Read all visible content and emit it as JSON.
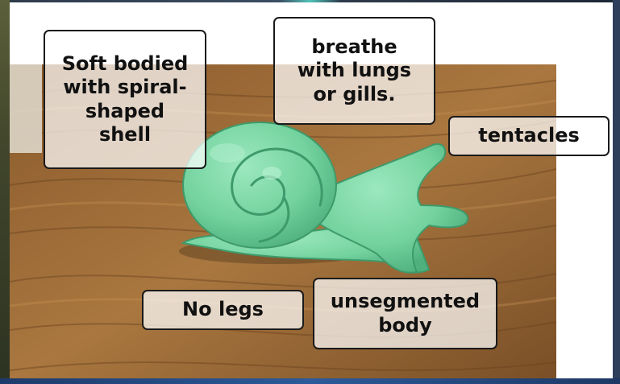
{
  "labels": {
    "soft_bodied": [
      "Soft bodied",
      "with spiral-",
      "shaped",
      "shell"
    ],
    "breathe": [
      "breathe",
      "with lungs",
      "or gills."
    ],
    "tentacles": [
      "tentacles"
    ],
    "no_legs": [
      "No legs"
    ],
    "unsegmented": [
      "unsegmented",
      "body"
    ]
  },
  "colors": {
    "clay_snail": "#7fd8a6",
    "wood_table": "#9a6b3a",
    "label_border": "#1a1a1a"
  }
}
